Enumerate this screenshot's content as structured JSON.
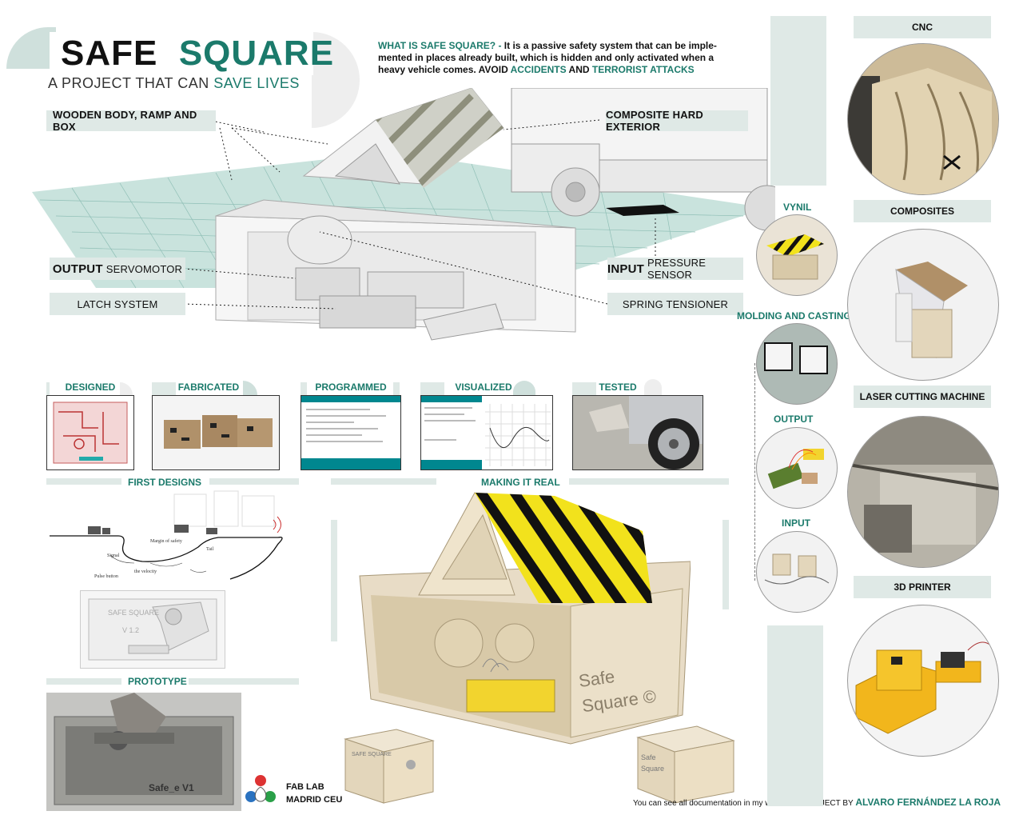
{
  "title": {
    "word1": "SAFE",
    "word2": "SQUARE",
    "subtitle_a": "A PROJECT THAT CAN ",
    "subtitle_b": "SAVE LIVES"
  },
  "intro": {
    "heading": "WHAT IS SAFE SQUARE? -",
    "text1": " It is a passive safety system that can be imple-mented in places already built, which is hidden and only activated when a heavy vehicle comes. AVOID ",
    "accidents": "ACCIDENTS",
    "and": " AND ",
    "attacks": "TERRORIST ATTACKS"
  },
  "callouts": {
    "wooden": "WOODEN BODY, RAMP AND BOX",
    "composite": "COMPOSITE HARD EXTERIOR",
    "output_big": "OUTPUT",
    "output_small": "SERVOMOTOR",
    "latch": "LATCH SYSTEM",
    "input_big": "INPUT",
    "input_small": "PRESSURE SENSOR",
    "spring": "SPRING TENSIONER"
  },
  "steps": [
    "DESIGNED",
    "FABRICATED",
    "PROGRAMMED",
    "VISUALIZED",
    "TESTED"
  ],
  "sections": {
    "first_designs": "FIRST DESIGNS",
    "making_real": "MAKING IT REAL",
    "prototype": "PROTOTYPE"
  },
  "proto_text": {
    "v1": "Safe_e V1",
    "v12": "V 1.2",
    "render": "SAFE SQUARE"
  },
  "model_text": {
    "safe": "Safe",
    "square": "Square ©",
    "box1": "SAFE SQUARE",
    "box2_a": "Safe",
    "box2_b": "Square"
  },
  "middle_col": {
    "vynil": "VYNIL",
    "molding": "MOLDING AND CASTING",
    "output": "OUTPUT",
    "input": "INPUT"
  },
  "right_col": {
    "cnc": "CNC",
    "composites": "COMPOSITES",
    "laser": "LASER CUTTING MACHINE",
    "printer": "3D PRINTER"
  },
  "footer": {
    "lab1": "FAB LAB",
    "lab2": "MADRID CEU",
    "note": "You can see all documentation in my website.  A PROJECT BY ",
    "author": "ALVARO FERNÁNDEZ LA ROJA"
  },
  "colors": {
    "accent": "#1b7a6b",
    "panel": "#dfe9e6",
    "stripe_yellow": "#f2e21c"
  }
}
